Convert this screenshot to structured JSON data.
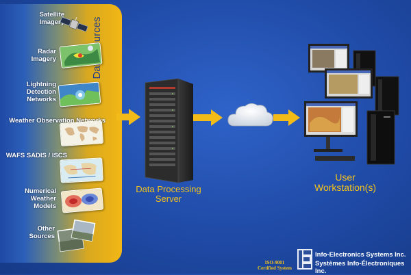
{
  "sources_title": "Data Sources",
  "sources": [
    {
      "label": "Satellite Imagery",
      "icon": "satellite-icon"
    },
    {
      "label": "Radar Imagery",
      "icon": "radar-map-icon"
    },
    {
      "label": "Lightning Detection Networks",
      "icon": "lightning-map-icon"
    },
    {
      "label": "Weather Observation Networks",
      "icon": "world-map-icon"
    },
    {
      "label": "WAFS SADIS / ISCS",
      "icon": "wafs-map-icon"
    },
    {
      "label": "Numerical Weather Models",
      "icon": "weather-model-icon"
    },
    {
      "label": "Other Sources",
      "icon": "photos-icon"
    }
  ],
  "server_label": "Data Processing Server",
  "workstation_label": "User Workstation(s)",
  "iso_line1": "ISO-9001",
  "iso_line2": "Certified System",
  "company_en": "Info-Electronics Systems Inc.",
  "company_fr": "Systèmes Info-Électroniques Inc.",
  "logo_text": "IE",
  "colors": {
    "accent": "#f3bb18",
    "background": "#1f4aa6",
    "panel_text": "#1e3b8c"
  }
}
